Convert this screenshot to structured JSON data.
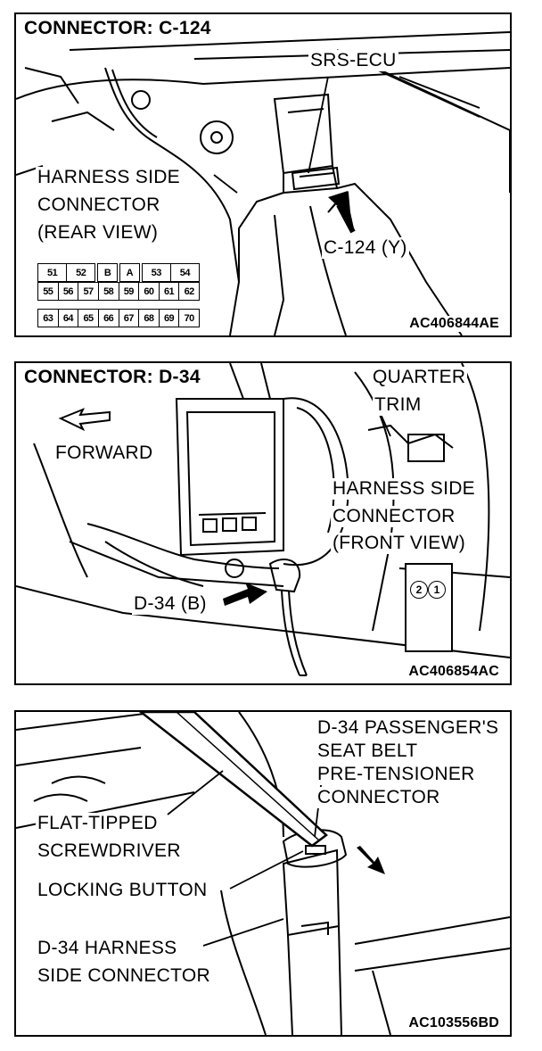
{
  "panels": [
    {
      "title": "CONNECTOR: C-124",
      "code": "AC406844AE",
      "labels": {
        "srs_ecu": "SRS-ECU",
        "harness_line1": "HARNESS SIDE",
        "harness_line2": "CONNECTOR",
        "harness_line3": "(REAR VIEW)",
        "callout": "C-124 (Y)"
      },
      "pin_rows": [
        [
          "51",
          "52",
          "",
          "B",
          "",
          "A",
          "",
          "53",
          "54"
        ],
        [
          "55",
          "56",
          "57",
          "58",
          "59",
          "60",
          "61",
          "62"
        ],
        [
          "63",
          "64",
          "65",
          "66",
          "67",
          "68",
          "69",
          "70"
        ]
      ]
    },
    {
      "title": "CONNECTOR: D-34",
      "code": "AC406854AC",
      "labels": {
        "quarter_line1": "QUARTER",
        "quarter_line2": "TRIM",
        "forward": "FORWARD",
        "harness_line1": "HARNESS SIDE",
        "harness_line2": "CONNECTOR",
        "harness_line3": "(FRONT VIEW)",
        "callout": "D-34 (B)"
      },
      "pins": [
        "2",
        "1"
      ]
    },
    {
      "code": "AC103556BD",
      "labels": {
        "pretensioner_line1": "D-34 PASSENGER'S",
        "pretensioner_line2": "SEAT BELT",
        "pretensioner_line3": "PRE-TENSIONER",
        "pretensioner_line4": "CONNECTOR",
        "screwdriver_line1": "FLAT-TIPPED",
        "screwdriver_line2": "SCREWDRIVER",
        "locking": "LOCKING BUTTON",
        "harness_line1": "D-34 HARNESS",
        "harness_line2": "SIDE CONNECTOR"
      }
    }
  ]
}
